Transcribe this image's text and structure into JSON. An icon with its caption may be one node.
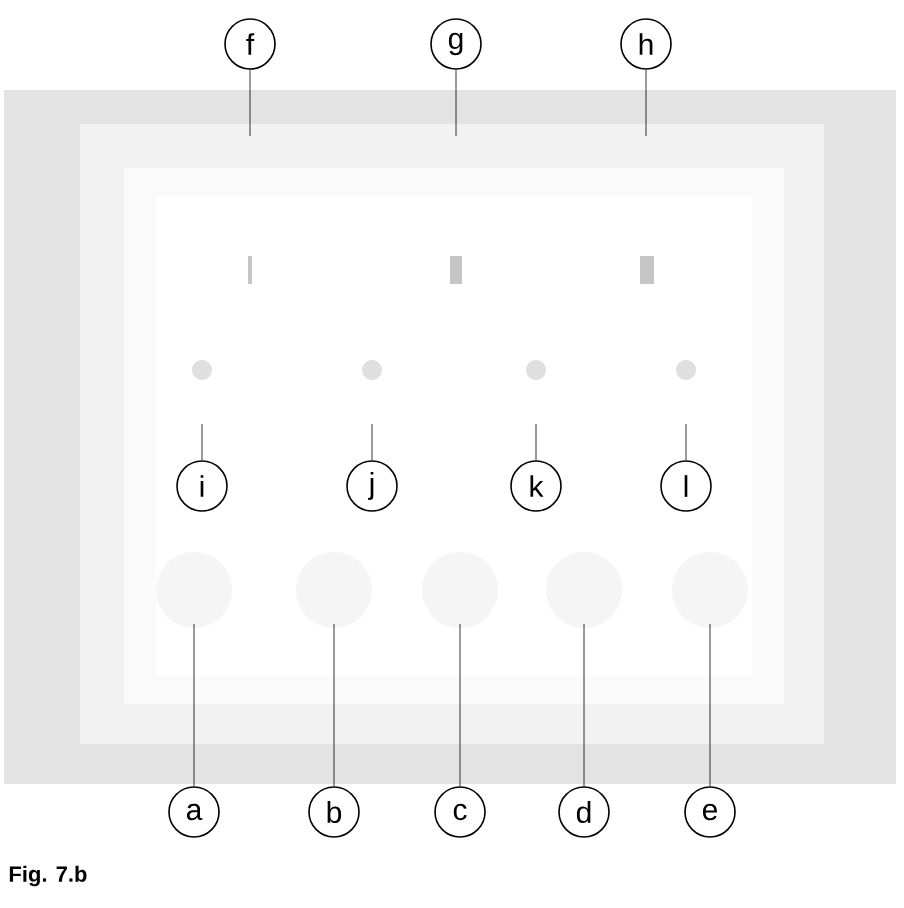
{
  "diagram": {
    "caption": "Fig. 7.b",
    "nodes": [
      {
        "text": [
          "f"
        ]
      },
      {
        "text": [
          "g"
        ]
      },
      {
        "text": [
          "h"
        ]
      },
      {
        "text": [
          "i"
        ]
      },
      {
        "text": [
          "j"
        ]
      },
      {
        "text": [
          "k"
        ]
      },
      {
        "text": [
          "l"
        ]
      },
      {
        "text": [
          "a"
        ]
      },
      {
        "text": [
          "b"
        ]
      },
      {
        "text": [
          "c"
        ]
      },
      {
        "text": [
          "d"
        ]
      },
      {
        "text": [
          "e"
        ]
      }
    ],
    "edges": [
      {
        "from": 0,
        "to": null,
        "arrow": "none"
      },
      {
        "from": 1,
        "to": null,
        "arrow": "none"
      },
      {
        "from": 2,
        "to": null,
        "arrow": "none"
      },
      {
        "from": 3,
        "to": null,
        "arrow": "none"
      },
      {
        "from": 4,
        "to": null,
        "arrow": "none"
      },
      {
        "from": 5,
        "to": null,
        "arrow": "none"
      },
      {
        "from": 6,
        "to": null,
        "arrow": "none"
      },
      {
        "from": 7,
        "to": null,
        "arrow": "none"
      },
      {
        "from": 8,
        "to": null,
        "arrow": "none"
      },
      {
        "from": 9,
        "to": null,
        "arrow": "none"
      },
      {
        "from": 10,
        "to": null,
        "arrow": "none"
      },
      {
        "from": 11,
        "to": null,
        "arrow": "none"
      }
    ]
  }
}
